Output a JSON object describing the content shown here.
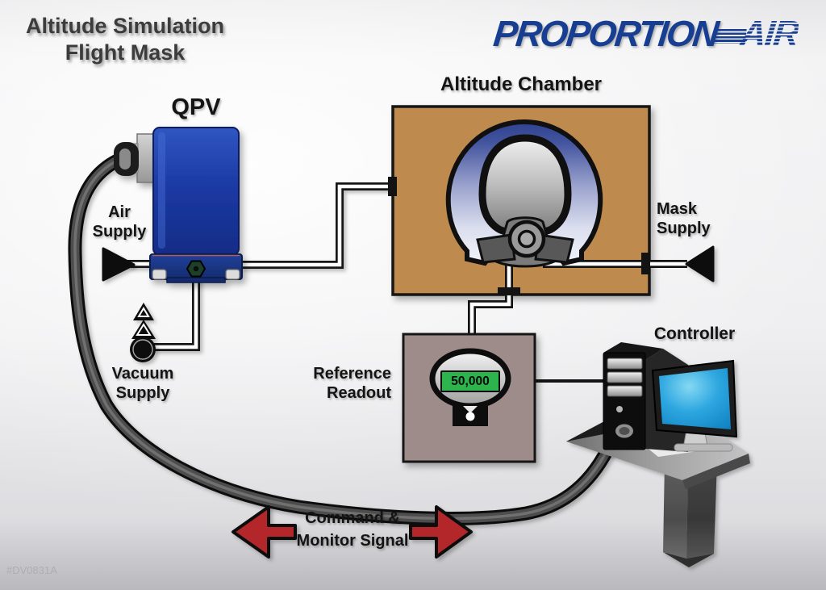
{
  "title": {
    "line1": "Altitude Simulation",
    "line2": "Flight Mask"
  },
  "logo": {
    "brand_part1": "PROPORTION",
    "brand_part2": "AIR",
    "brand_color": "#183e92"
  },
  "diagram": {
    "qpv_label": "QPV",
    "altitude_chamber_label": "Altitude Chamber",
    "air_supply": [
      "Air",
      "Supply"
    ],
    "vacuum_supply": [
      "Vacuum",
      "Supply"
    ],
    "mask_supply": [
      "Mask",
      "Supply"
    ],
    "reference_readout": [
      "Reference",
      "Readout"
    ],
    "controller_label": "Controller",
    "signal_label": [
      "Command &",
      "Monitor Signal"
    ],
    "readout_value": "50,000"
  },
  "colors": {
    "chamber_tan": "#bf8a4d",
    "valve_blue": "#1c3aa4",
    "display_green": "#2db44c",
    "arrow_red": "#b3262c",
    "readout_gray": "#9d8c89"
  },
  "footer": {
    "watermark": "#DV0831A"
  }
}
